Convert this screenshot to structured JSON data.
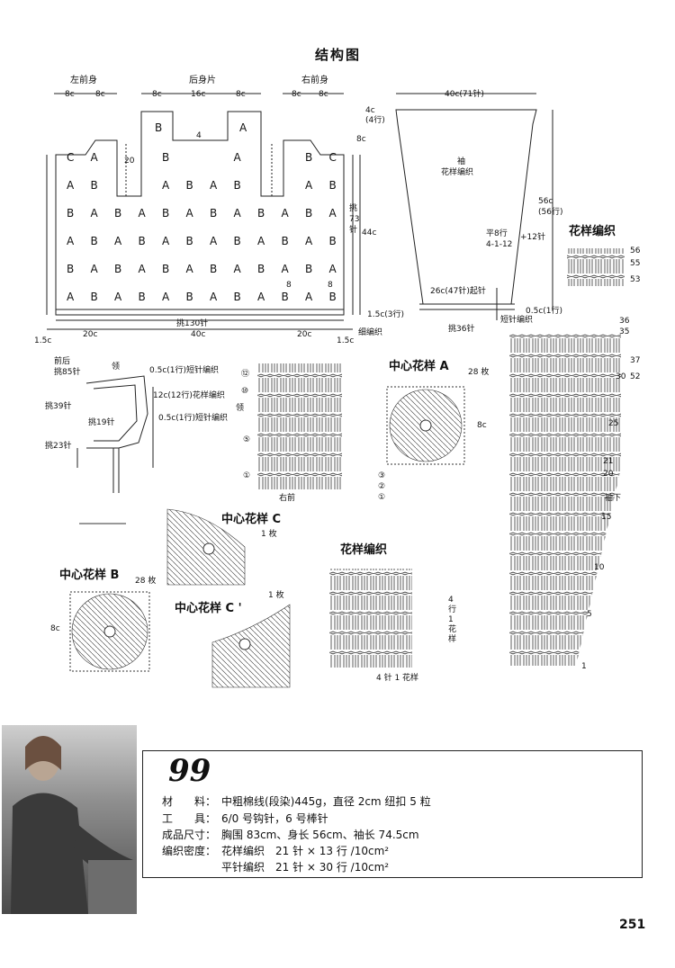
{
  "page_title": "结构图",
  "panels": {
    "left_front": "左前身",
    "back": "后身片",
    "right_front": "右前身"
  },
  "dims_top": {
    "lf_a": "8c",
    "lf_b": "8c",
    "back_a": "8c",
    "back_mid": "16c",
    "back_b": "8c",
    "rf_a": "8c",
    "rf_b": "8c",
    "h20": "20",
    "h4": "4"
  },
  "body_rows": [
    [
      "C",
      "A",
      "",
      "",
      "B",
      "",
      "",
      "A",
      "",
      "",
      "B",
      "C"
    ],
    [
      "A",
      "B",
      "",
      "",
      "A",
      "B",
      "A",
      "B",
      "",
      "",
      "A",
      "B"
    ],
    [
      "B",
      "A",
      "B",
      "A",
      "B",
      "A",
      "B",
      "A",
      "B",
      "A",
      "B",
      "A"
    ],
    [
      "A",
      "B",
      "A",
      "B",
      "A",
      "B",
      "A",
      "B",
      "A",
      "B",
      "A",
      "B"
    ],
    [
      "B",
      "A",
      "B",
      "A",
      "B",
      "A",
      "B",
      "A",
      "B",
      "A",
      "B",
      "A"
    ],
    [
      "A",
      "B",
      "A",
      "B",
      "A",
      "B",
      "A",
      "B",
      "A",
      "B",
      "A",
      "B"
    ]
  ],
  "top_tabs": [
    "B",
    "A"
  ],
  "body_labels": {
    "side_stitches": "挑\n73\n针",
    "side_44": "44c",
    "bottom_pick": "挑130针",
    "edge_15_left": "1.5c",
    "w20_left": "20c",
    "w40": "40c",
    "w20_right": "20c",
    "edge_15_right": "1.5c",
    "rib_15": "1.5c(3行)",
    "rib_label": "细编织",
    "mark8": "8",
    "mark8b": "8"
  },
  "sleeve": {
    "top": "40c(71针)",
    "cap": "4c\n(4行)",
    "cap8": "8c",
    "center1": "袖",
    "center2": "花样编织",
    "length": "56c\n(56行)",
    "rows": "平8行\n4-1-12",
    "plus": "+12针",
    "cuff_width": "26c(47针)起针",
    "short": "短针编织",
    "pick": "挑36针",
    "edge": "0.5c(1行)"
  },
  "neck": {
    "front_back": "前后\n挑85针",
    "collar": "领",
    "l39": "挑39针",
    "l19": "挑19针",
    "l23": "挑23针",
    "n1": "0.5c(1行)短针编织",
    "n2": "12c(12行)花样编织",
    "n3": "0.5c(1行)短针编织"
  },
  "motifs": {
    "a_title": "中心花样 A",
    "a_count": "28 枚",
    "a_size": "8c",
    "b_title": "中心花样 B",
    "b_count": "28 枚",
    "b_size": "8c",
    "c_title": "中心花样 C",
    "c_count": "1 枚",
    "c2_title": "中心花样 C '",
    "c2_count": "1 枚"
  },
  "chart_labels": {
    "main_pattern": "花样编织",
    "right_front": "右前",
    "collar": "领",
    "sleeve_under": "袖下",
    "pattern_small": "花样编织",
    "rows4": "4\n行\n1\n花\n样",
    "stitch4": "4 针 1 花样"
  },
  "row_numbers_collar": [
    "⑫",
    "⑩",
    "⑤",
    "①",
    "③",
    "②",
    "①"
  ],
  "row_numbers_sleeve": [
    "56",
    "55",
    "53",
    "36",
    "35",
    "30",
    "25",
    "21",
    "20",
    "15",
    "10",
    "5",
    "1",
    "37",
    "52"
  ],
  "info": {
    "number": "99",
    "material_label": "材　　料：",
    "material": "中粗棉线(段染)445g，直径 2cm 纽扣 5 粒",
    "tools_label": "工　　具：",
    "tools": "6/0 号钩针，6 号棒针",
    "size_label": "成品尺寸：",
    "size": "胸围 83cm、身长 56cm、袖长 74.5cm",
    "gauge_label": "编织密度：",
    "gauge1": "花样编织　21 针 × 13 行 /10cm²",
    "gauge2": "平针编织　21 针 × 30 行 /10cm²"
  },
  "page_number": "251"
}
